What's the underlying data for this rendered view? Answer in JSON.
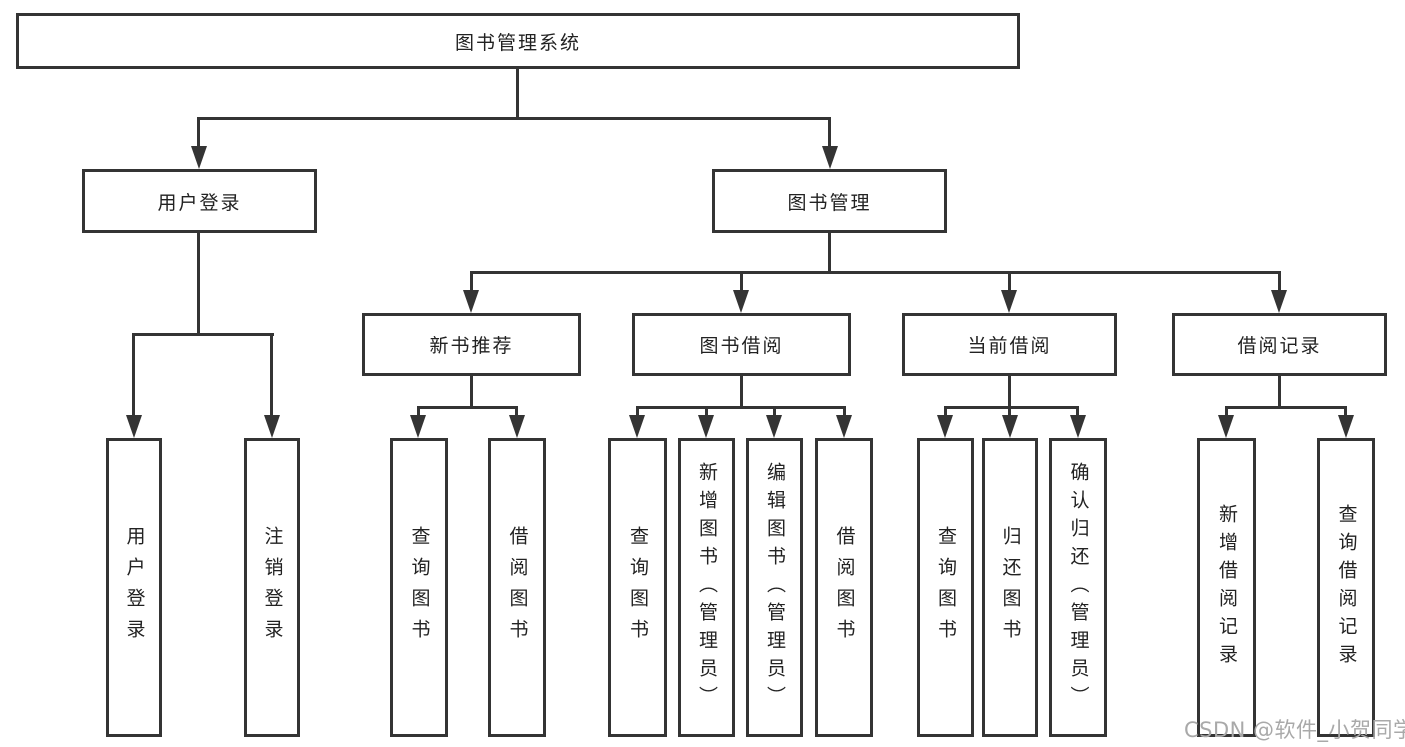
{
  "colors": {
    "line": "#343434",
    "text": "#222222",
    "watermark": "#a9a9a9",
    "background": "#ffffff"
  },
  "tree": {
    "root": "图书管理系统",
    "branches": [
      {
        "label": "用户登录",
        "children": [
          "用户登录",
          "注销登录"
        ]
      },
      {
        "label": "图书管理",
        "children": [
          {
            "label": "新书推荐",
            "children": [
              "查询图书",
              "借阅图书"
            ]
          },
          {
            "label": "图书借阅",
            "children": [
              "查询图书",
              "新增图书（管理员）",
              "编辑图书（管理员）",
              "借阅图书"
            ]
          },
          {
            "label": "当前借阅",
            "children": [
              "查询图书",
              "归还图书",
              "确认归还（管理员）"
            ]
          },
          {
            "label": "借阅记录",
            "children": [
              "新增借阅记录",
              "查询借阅记录"
            ]
          }
        ]
      }
    ]
  },
  "watermark": "CSDN @软件_小贺同学"
}
